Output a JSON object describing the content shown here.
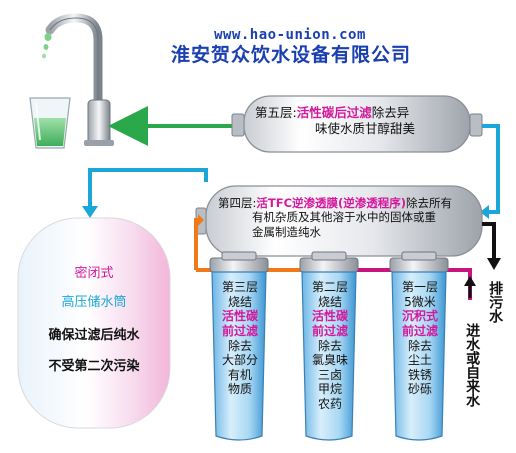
{
  "header": {
    "url": "www.hao-union.com",
    "company": "淮安贺众饮水设备有限公司"
  },
  "stage5": {
    "prefix": "第五层:",
    "name": "活性碳后过滤",
    "desc_line1": "除去异",
    "desc_line2": "味使水质甘醇甜美"
  },
  "stage4": {
    "prefix": "第四层:",
    "name": "活TFC逆渗透膜(逆渗透程序)",
    "desc_line1": "除去所有",
    "desc_line2": "有机杂质及其他溶于水中的固体或重",
    "desc_line3": "金属制造纯水"
  },
  "stage3": {
    "line1": "第三层",
    "line2": "烧结",
    "name_line1": "活性碳",
    "name_line2": "前过滤",
    "desc": [
      "除去",
      "大部分",
      "有机",
      "物质"
    ]
  },
  "stage2": {
    "line1": "第二层",
    "line2": "烧结",
    "name_line1": "活性碳",
    "name_line2": "前过滤",
    "desc": [
      "除去",
      "氯臭味",
      "三卤",
      "甲烷",
      "农药"
    ]
  },
  "stage1": {
    "line1": "第一层",
    "line2": "5微米",
    "name_line1": "沉积式",
    "name_line2": "前过滤",
    "desc": [
      "除去",
      "尘土",
      "铁锈",
      "砂砾"
    ]
  },
  "tank": {
    "line1": "密闭式",
    "line2": "高压储水筒",
    "line3": "确保过滤后纯水",
    "line4": "不受第二次污染"
  },
  "labels": {
    "drain": "排污水",
    "inlet": "进水或自来水"
  },
  "colors": {
    "text_blue": "#1a3fb0",
    "pink": "#d4189c",
    "arrow_green": "#2aa84a",
    "arrow_cyan": "#1aa7d8",
    "arrow_orange": "#f07a1a",
    "arrow_magenta": "#c8157e",
    "arrow_black": "#111111"
  },
  "icons": [
    "faucet-icon",
    "water-glass-icon",
    "filter-cartridge-icon",
    "storage-tank-icon"
  ]
}
